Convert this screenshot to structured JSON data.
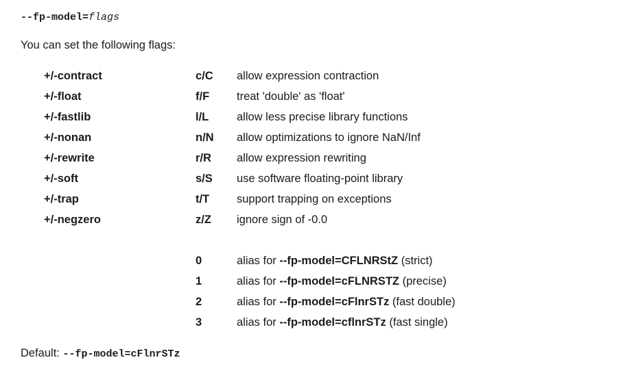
{
  "syntax": {
    "option": "--fp-model=",
    "argument": "flags"
  },
  "intro": "You can set the following flags:",
  "flags": [
    {
      "flag": "+/-contract",
      "code": "c/C",
      "description": "allow expression contraction"
    },
    {
      "flag": "+/-float",
      "code": "f/F",
      "description": "treat 'double' as 'float'"
    },
    {
      "flag": "+/-fastlib",
      "code": "l/L",
      "description": "allow less precise library functions"
    },
    {
      "flag": "+/-nonan",
      "code": "n/N",
      "description": "allow optimizations to ignore NaN/Inf"
    },
    {
      "flag": "+/-rewrite",
      "code": "r/R",
      "description": "allow expression rewriting"
    },
    {
      "flag": "+/-soft",
      "code": "s/S",
      "description": "use software floating-point library"
    },
    {
      "flag": "+/-trap",
      "code": "t/T",
      "description": "support trapping on exceptions"
    },
    {
      "flag": "+/-negzero",
      "code": "z/Z",
      "description": "ignore sign of -0.0"
    }
  ],
  "aliases": [
    {
      "code": "0",
      "prefix": "alias for ",
      "target": "--fp-model=CFLNRStZ",
      "suffix": " (strict)"
    },
    {
      "code": "1",
      "prefix": "alias for ",
      "target": "--fp-model=cFLNRSTZ",
      "suffix": " (precise)"
    },
    {
      "code": "2",
      "prefix": "alias for ",
      "target": "--fp-model=cFlnrSTz",
      "suffix": " (fast double)"
    },
    {
      "code": "3",
      "prefix": "alias for ",
      "target": "--fp-model=cflnrSTz",
      "suffix": " (fast single)"
    }
  ],
  "default": {
    "label": "Default: ",
    "value": "--fp-model=cFlnrSTz"
  }
}
